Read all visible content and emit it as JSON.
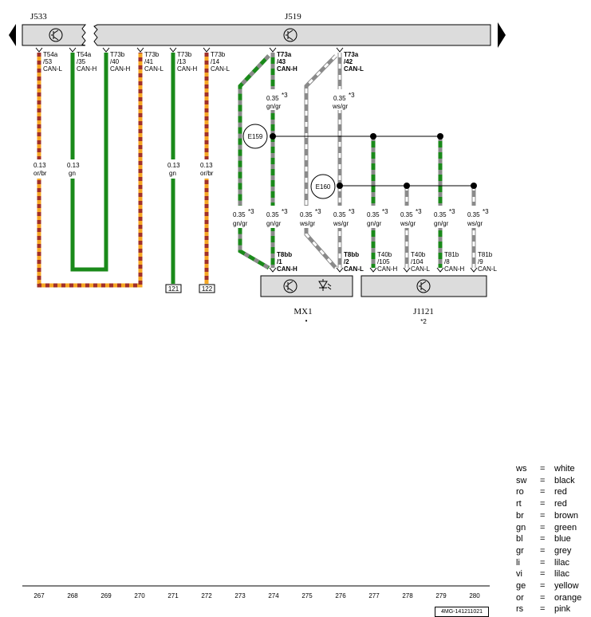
{
  "components": {
    "j533": {
      "label": "J533"
    },
    "j519": {
      "label": "J519"
    },
    "mx1": {
      "label": "MX1",
      "note": "•"
    },
    "j1121": {
      "label": "J1121",
      "note": "*2"
    },
    "e159": {
      "label": "E159"
    },
    "e160": {
      "label": "E160"
    }
  },
  "pins": [
    {
      "conn": "T54a",
      "pin": "/53",
      "signal": "CAN-L"
    },
    {
      "conn": "T54a",
      "pin": "/35",
      "signal": "CAN-H"
    },
    {
      "conn": "T73b",
      "pin": "/40",
      "signal": "CAN-H"
    },
    {
      "conn": "T73b",
      "pin": "/41",
      "signal": "CAN-L"
    },
    {
      "conn": "T73b",
      "pin": "/13",
      "signal": "CAN-H"
    },
    {
      "conn": "T73b",
      "pin": "/14",
      "signal": "CAN-L"
    },
    {
      "conn": "T73a",
      "pin": "/43",
      "signal": "CAN-H"
    },
    {
      "conn": "T73a",
      "pin": "/42",
      "signal": "CAN-L"
    }
  ],
  "bottom_pins": [
    {
      "conn": "T8bb",
      "pin": "/1",
      "signal": "CAN-H"
    },
    {
      "conn": "T8bb",
      "pin": "/2",
      "signal": "CAN-L"
    },
    {
      "conn": "T40b",
      "pin": "/105",
      "signal": "CAN-H"
    },
    {
      "conn": "T40b",
      "pin": "/104",
      "signal": "CAN-L"
    },
    {
      "conn": "T81b",
      "pin": "/8",
      "signal": "CAN-H"
    },
    {
      "conn": "T81b",
      "pin": "/9",
      "signal": "CAN-L"
    }
  ],
  "wire_labels": {
    "w267": {
      "size": "0.13",
      "color": "or/br"
    },
    "w268": {
      "size": "0.13",
      "color": "gn"
    },
    "w271": {
      "size": "0.13",
      "color": "gn"
    },
    "w272": {
      "size": "0.13",
      "color": "or/br"
    },
    "w274_top": {
      "size": "0.35",
      "color": "gn/gr",
      "note": "*3"
    },
    "w276_top": {
      "size": "0.35",
      "color": "ws/gr",
      "note": "*3"
    },
    "low": [
      {
        "size": "0.35",
        "color": "gn/gr",
        "note": "*3"
      },
      {
        "size": "0.35",
        "color": "gn/gr",
        "note": "*3"
      },
      {
        "size": "0.35",
        "color": "ws/gr",
        "note": "*3"
      },
      {
        "size": "0.35",
        "color": "ws/gr",
        "note": "*3"
      },
      {
        "size": "0.35",
        "color": "gn/gr",
        "note": "*3"
      },
      {
        "size": "0.35",
        "color": "ws/gr",
        "note": "*3"
      },
      {
        "size": "0.35",
        "color": "gn/gr",
        "note": "*3"
      },
      {
        "size": "0.35",
        "color": "ws/gr",
        "note": "*3"
      }
    ]
  },
  "refs": {
    "r121": "121",
    "r122": "122"
  },
  "columns": [
    "267",
    "268",
    "269",
    "270",
    "271",
    "272",
    "273",
    "274",
    "275",
    "276",
    "277",
    "278",
    "279",
    "280"
  ],
  "legend": [
    {
      "code": "ws",
      "eq": "=",
      "name": "white"
    },
    {
      "code": "sw",
      "eq": "=",
      "name": "black"
    },
    {
      "code": "ro",
      "eq": "=",
      "name": "red"
    },
    {
      "code": "rt",
      "eq": "=",
      "name": "red"
    },
    {
      "code": "br",
      "eq": "=",
      "name": "brown"
    },
    {
      "code": "gn",
      "eq": "=",
      "name": "green"
    },
    {
      "code": "bl",
      "eq": "=",
      "name": "blue"
    },
    {
      "code": "gr",
      "eq": "=",
      "name": "grey"
    },
    {
      "code": "li",
      "eq": "=",
      "name": "lilac"
    },
    {
      "code": "vi",
      "eq": "=",
      "name": "lilac"
    },
    {
      "code": "ge",
      "eq": "=",
      "name": "yellow"
    },
    {
      "code": "or",
      "eq": "=",
      "name": "orange"
    },
    {
      "code": "rs",
      "eq": "=",
      "name": "pink"
    }
  ],
  "doc_id": "4MG-141211021",
  "colors": {
    "green": "#1a8a1a",
    "orange": "#f5a623",
    "brown": "#a0302a",
    "grey": "#8a8a8a",
    "white": "#ffffff",
    "box": "#dcdcdc"
  }
}
